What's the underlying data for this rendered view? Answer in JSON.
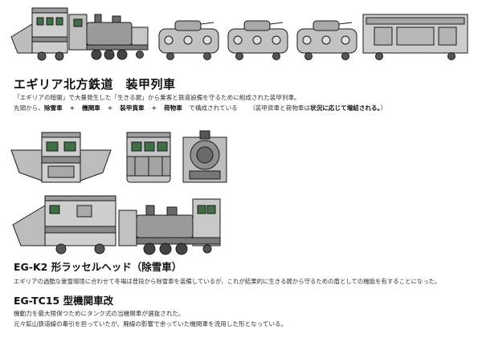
{
  "title": "エギリア北方鉄道　装甲列車",
  "intro": {
    "line1": "「エギリアの暗闇」で大量発生した「生きる屍」から乗客と鉄道設備を守るために組成された装甲列車。",
    "line2_prefix": "先頭から、",
    "car1": "除雪車",
    "car2": "機関車",
    "car3": "装甲貨車",
    "car4": "荷物車",
    "plus": "+",
    "line2_mid": "で構成されている",
    "note_open": "（装甲貨車と荷物車は",
    "note_bold": "状況に応じて増結される。",
    "note_close": "）"
  },
  "snowplow": {
    "title": "EG-K2 形ラッセルヘッド（除雪車）",
    "desc": "エギリアの過酷な豪雪環境に合わせて冬場は普段から除雪車を装備しているが、これが結果的に生きる屍から守るための盾としての機能を有することになった。"
  },
  "locomotive": {
    "title": "EG-TC15 型機関車改",
    "desc1": "機動力を最大限保つためにタンク式の当機関車が選抜された。",
    "desc2": "元々鉱山鉄道線の牽引を担っていたが、廃線の影響で余っていた機関車を流用した形となっている。"
  },
  "colors": {
    "body_light": "#c9c9c9",
    "body_mid": "#a9a9a9",
    "body_dark": "#707070",
    "outline": "#1a1a1a",
    "window_green": "#3f6e47"
  }
}
